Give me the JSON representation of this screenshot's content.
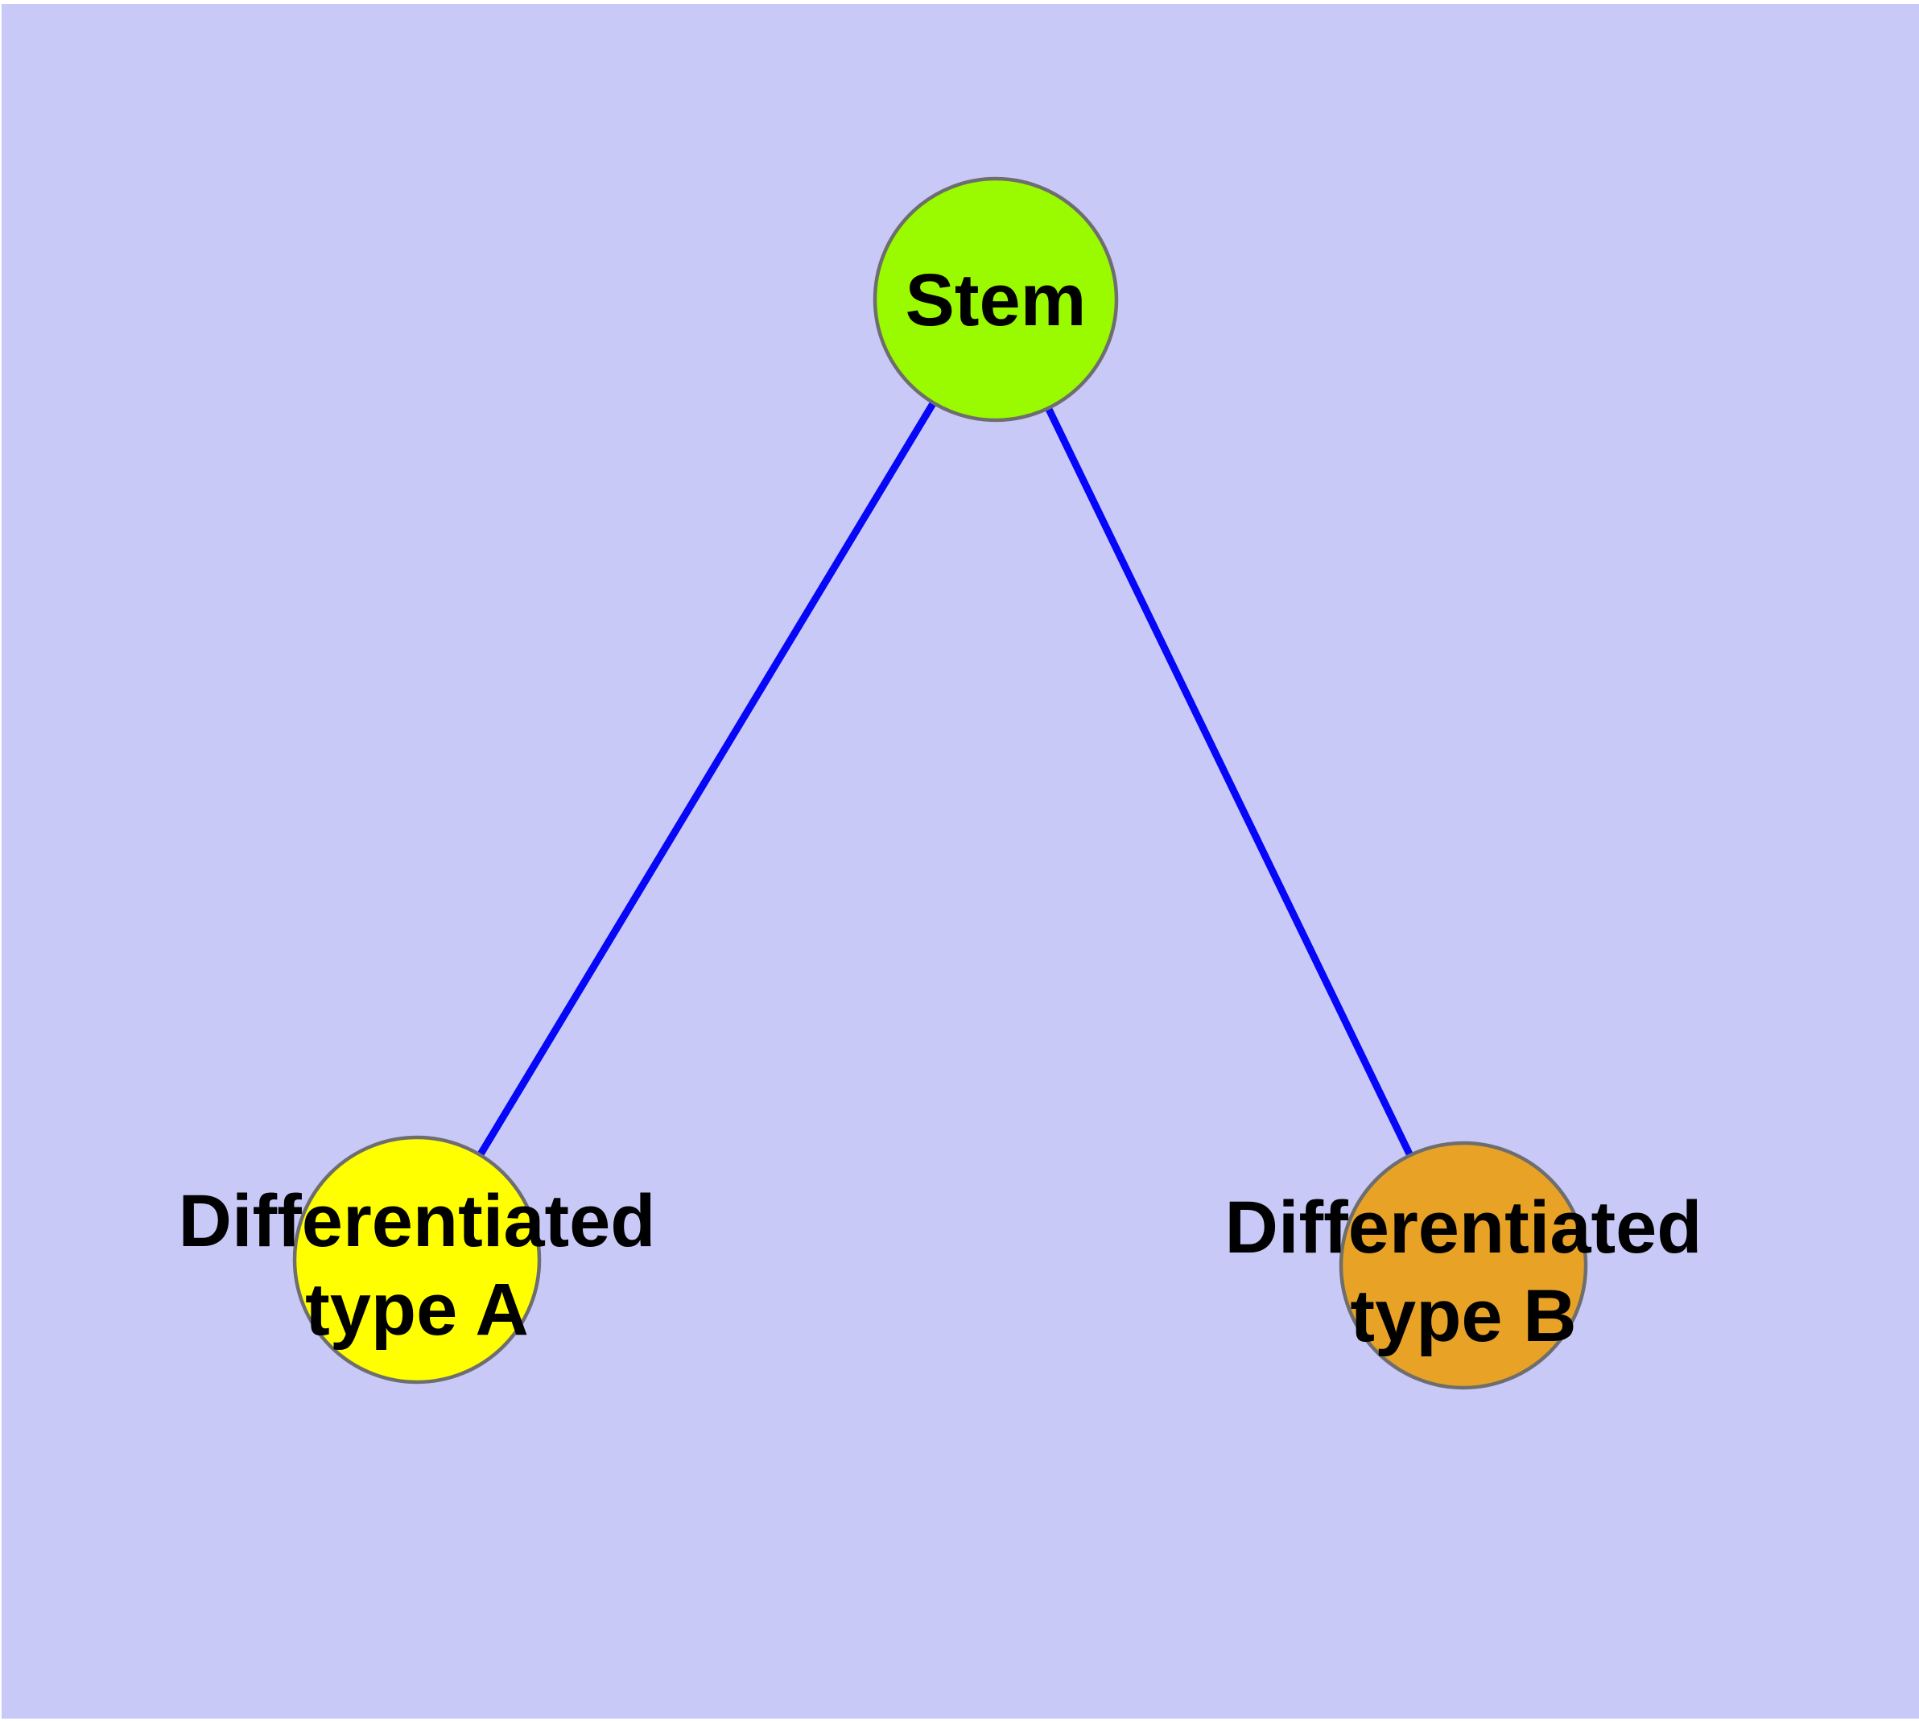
{
  "canvas": {
    "background_color": "#C9C9F8",
    "frame_color": "#FFFFFF"
  },
  "styles": {
    "edge_color": "#0606F8",
    "node_border_color": "#6E6E6E",
    "label_color": "#000000"
  },
  "nodes": [
    {
      "id": "stem",
      "label": "Stem",
      "fill": "#9AFA00"
    },
    {
      "id": "differentiated-type-a",
      "label_line1": "Differentiated",
      "label_line2": "type A",
      "fill": "#FFFF00"
    },
    {
      "id": "differentiated-type-b",
      "label_line1": "Differentiated",
      "label_line2": "type B",
      "fill": "#E8A226"
    }
  ],
  "edges": [
    {
      "id": "stem-to-type-a",
      "from": "stem",
      "to": "differentiated-type-a"
    },
    {
      "id": "stem-to-type-b",
      "from": "stem",
      "to": "differentiated-type-b"
    }
  ]
}
